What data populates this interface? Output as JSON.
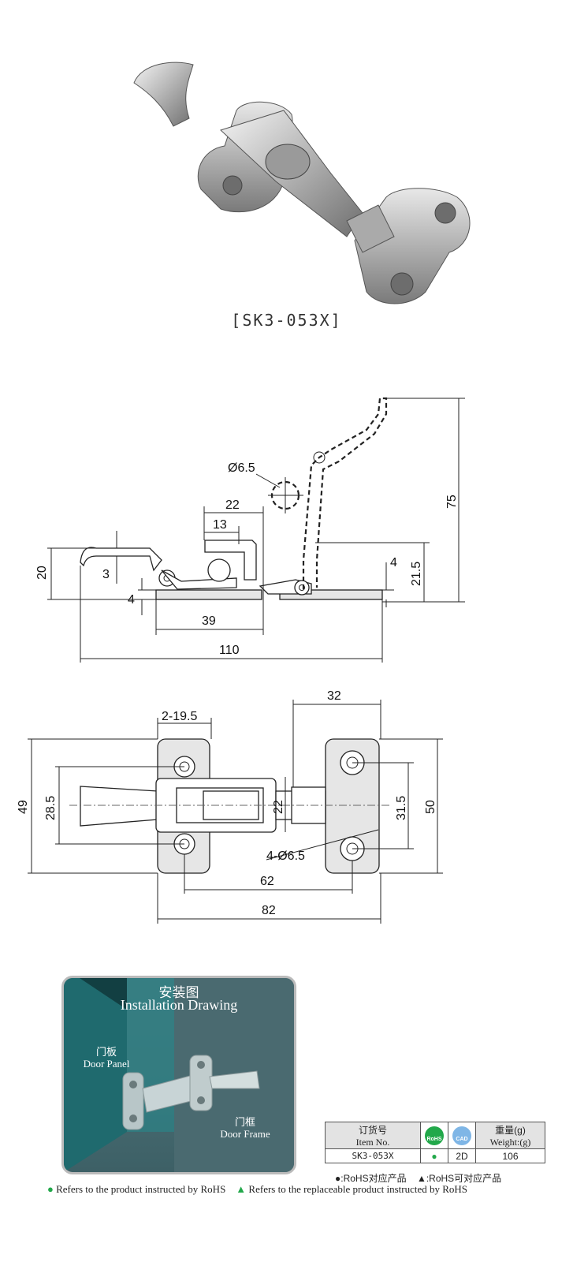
{
  "product": {
    "model_caption": "[SK3-053X]"
  },
  "side_view": {
    "dims": {
      "d_hole": "Ø6.5",
      "w22": "22",
      "w13": "13",
      "h20": "20",
      "h3": "3",
      "h4l": "4",
      "w39": "39",
      "w110": "110",
      "h75": "75",
      "h4r": "4",
      "h21_5": "21.5"
    }
  },
  "top_view": {
    "dims": {
      "w32": "32",
      "w2_19_5": "2-19.5",
      "h49": "49",
      "h28_5": "28.5",
      "h22": "22",
      "h31_5": "31.5",
      "h50": "50",
      "holes": "4-Ø6.5",
      "w62": "62",
      "w82": "82"
    }
  },
  "installation": {
    "title_cn": "安装图",
    "title_en": "Installation Drawing",
    "door_panel_cn": "门板",
    "door_panel_en": "Door Panel",
    "door_frame_cn": "门框",
    "door_frame_en": "Door Frame"
  },
  "spec_table": {
    "col_item_cn": "订货号",
    "col_item_en": "Item No.",
    "rohs_icon_label": "RoHS",
    "cad_icon_label": "CAD",
    "col_weight_cn": "重量(g)",
    "col_weight_en": "Weight:(g)",
    "row": {
      "item": "SK3-053X",
      "rohs": "●",
      "cad": "2D",
      "weight": "106"
    }
  },
  "legend": {
    "rohs_cn": "●:RoHS对应产品",
    "replace_cn": "▲:RoHS可对应产品",
    "rohs_en": "Refers to the product instructed by RoHS",
    "replace_en": "Refers to the replaceable product instructed by RoHS"
  },
  "colors": {
    "rohs_green": "#22a84a",
    "cad_blue": "#7fb6e6",
    "panel_teal": "#3d6066"
  }
}
